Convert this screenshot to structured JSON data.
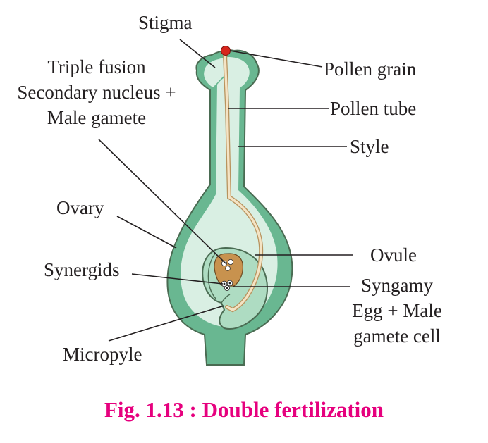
{
  "labels": {
    "stigma": "Stigma",
    "pollen_grain": "Pollen grain",
    "triple_fusion_1": "Triple fusion",
    "triple_fusion_2": "Secondary nucleus +",
    "triple_fusion_3": "Male gamete",
    "pollen_tube": "Pollen tube",
    "style": "Style",
    "ovary": "Ovary",
    "ovule": "Ovule",
    "synergids": "Synergids",
    "syngamy_1": "Syngamy",
    "syngamy_2": "Egg + Male",
    "syngamy_3": "gamete cell",
    "micropyle": "Micropyle"
  },
  "caption": "Fig. 1.13 : Double fertilization",
  "colors": {
    "pistil_outer": "#69b791",
    "pistil_inner": "#d9efe3",
    "ovule_fill": "#aedcc2",
    "embryo_sac": "#c8924e",
    "pollen_tube": "#e6c99c",
    "pollen_grain": "#d8261d",
    "caption": "#e6007e"
  }
}
